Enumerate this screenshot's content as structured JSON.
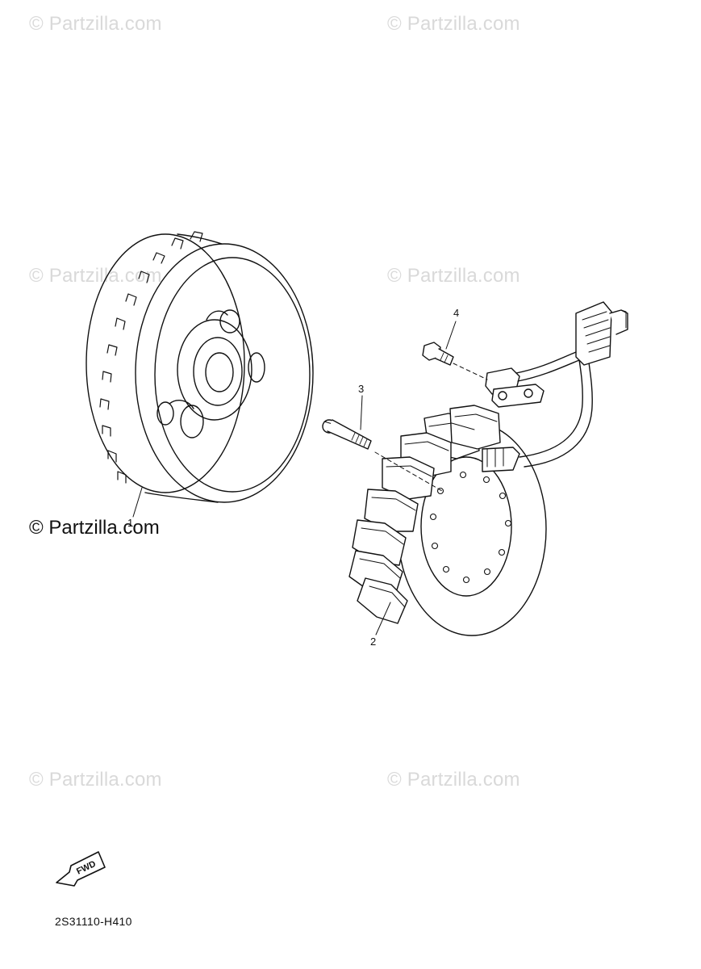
{
  "watermarks": [
    {
      "text": "© Partzilla.com"
    },
    {
      "text": "© Partzilla.com"
    },
    {
      "text": "© Partzilla.com"
    },
    {
      "text": "© Partzilla.com"
    },
    {
      "text": "© Partzilla.com"
    },
    {
      "text": "© Partzilla.com"
    }
  ],
  "brand_text": "© Partzilla.com",
  "callouts": [
    "1",
    "2",
    "3",
    "4"
  ],
  "fwd_label": "FWD",
  "diagram_code": "2S31110-H410",
  "colors": {
    "line": "#111111",
    "watermark": "#d9d9d9",
    "background": "#ffffff"
  },
  "icons": [
    "fwd-arrow-icon"
  ]
}
